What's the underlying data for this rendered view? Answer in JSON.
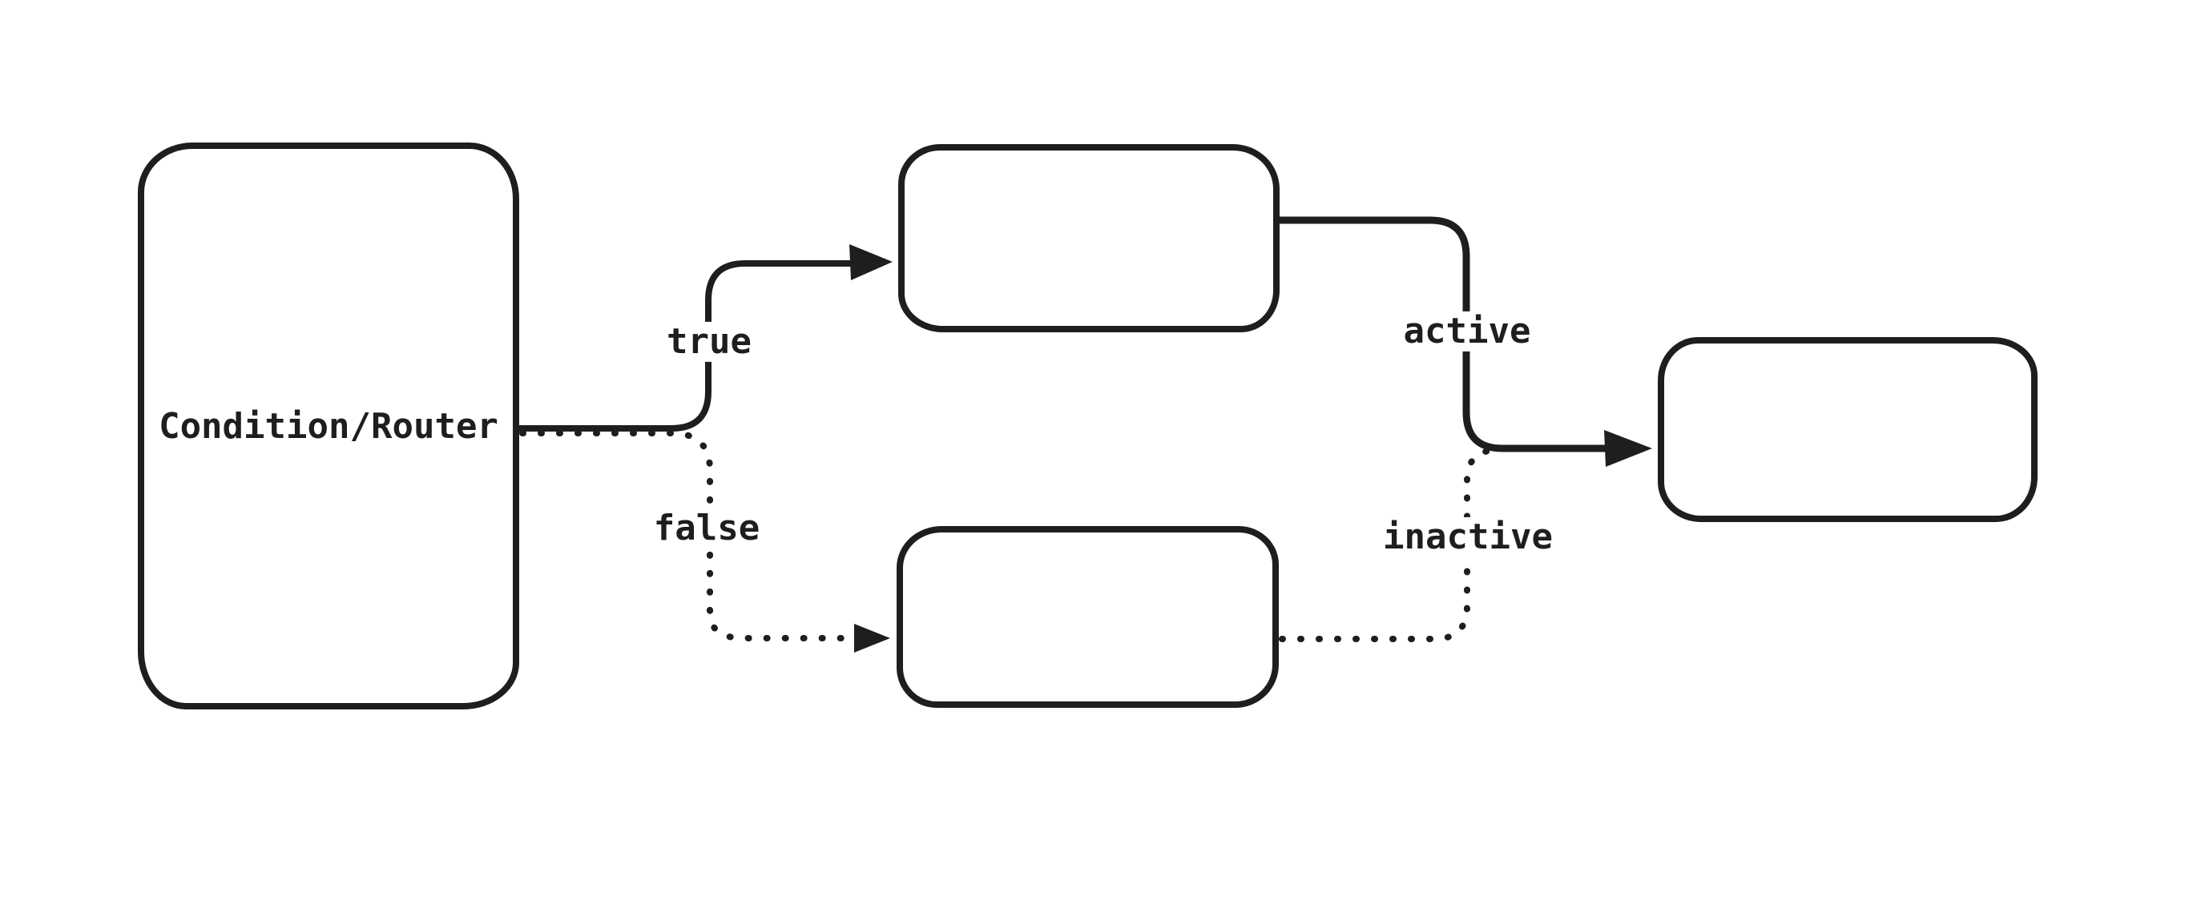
{
  "diagram": {
    "background_color": "#ffffff",
    "stroke_color": "#1e1e1e",
    "nodes": [
      {
        "id": "condition-router",
        "label": "Condition/Router"
      },
      {
        "id": "true-branch-box",
        "label": ""
      },
      {
        "id": "false-branch-box",
        "label": ""
      },
      {
        "id": "result-box",
        "label": ""
      }
    ],
    "edges": [
      {
        "id": "true",
        "label": "true",
        "style": "solid",
        "from": "condition-router",
        "to": "true-branch-box"
      },
      {
        "id": "false",
        "label": "false",
        "style": "dotted",
        "from": "condition-router",
        "to": "false-branch-box"
      },
      {
        "id": "active",
        "label": "active",
        "style": "solid",
        "from": "true-branch-box",
        "to": "result-box"
      },
      {
        "id": "inactive",
        "label": "inactive",
        "style": "dotted",
        "from": "false-branch-box",
        "to": "result-box"
      }
    ]
  }
}
